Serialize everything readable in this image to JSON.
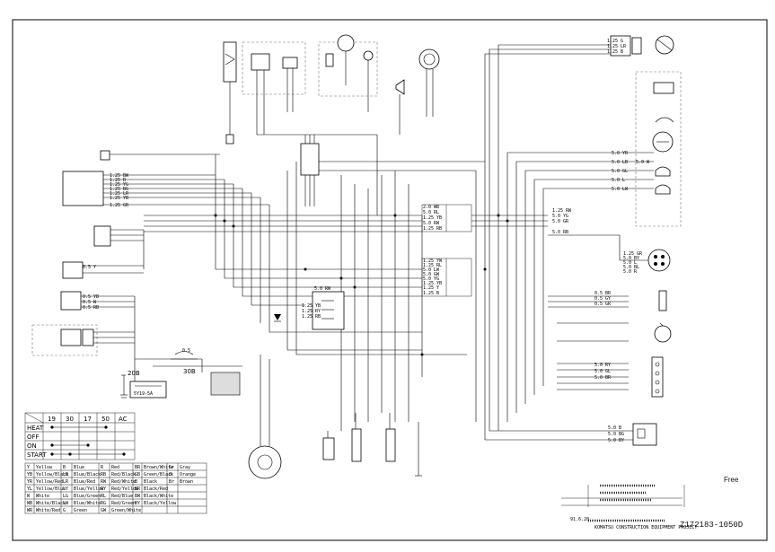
{
  "drawing": {
    "number": "Z172183-1050D",
    "free_label": "Free",
    "date": "91.6.20"
  },
  "switch_table": {
    "columns": [
      "19",
      "30",
      "17",
      "50",
      "AC"
    ],
    "rows": [
      "HEAT",
      "OFF",
      "ON",
      "START"
    ]
  },
  "wire_labels": {
    "battery_cable_20b": "20B",
    "battery_cable_30b": "30B",
    "battery_model": "5Y19-5A",
    "fuse_size": "0.5",
    "harness_a": [
      "1.25 BW",
      "1.25 B",
      "1.25 YG",
      "1.25 BG",
      "1.25 LR",
      "1.25 YB",
      "1.25 GR"
    ],
    "harness_b": [
      "2.0 WB",
      "5.0 RL",
      "1.25 YB",
      "5.0 RW",
      "1.25 RB"
    ],
    "harness_c": [
      "1.25 YW",
      "1.25 RL",
      "5.0 LW",
      "5.0 GW",
      "5.0 YG",
      "1.25 YB",
      "1.25 Y",
      "1.25 B"
    ],
    "harness_d": [
      "5.0 YR",
      "5.0 LB",
      "5.0 GL",
      "5.0 L",
      "5.0 LW",
      "5.0 W"
    ],
    "harness_e": [
      "1.25 RW",
      "5.0 YG",
      "5.0 GR",
      "5.0 RB"
    ],
    "harness_f": [
      "1.25 GR",
      "5.0 BY",
      "5.0 L",
      "5.0 BL",
      "5.0 R"
    ],
    "harness_g": [
      "0.5 BR",
      "0.5 GY",
      "0.5 GR"
    ],
    "harness_h": [
      "5.0 RY",
      "5.0 GL",
      "5.0 BR"
    ],
    "harness_i": [
      "5.0 B",
      "5.0 BG",
      "5.0 BY"
    ],
    "switch_block": [
      "5.0 RW",
      "1.25 YB",
      "1.25 RY",
      "1.25 RB"
    ],
    "top_right": [
      "1.25 G",
      "1.25 LR",
      "1.25 B"
    ],
    "left_inputs": [
      "0.5 YB",
      "0.5 W",
      "0.5 RB",
      "0.5 Y"
    ]
  },
  "color_legend": [
    [
      "Y",
      "Yellow",
      "B",
      "Blue",
      "R",
      "Red",
      "BR",
      "Brown/White",
      "Gr",
      "Gray"
    ],
    [
      "YB",
      "Yellow/Black",
      "LB",
      "Blue/Black",
      "RB",
      "Red/Black",
      "GB",
      "Green/Black",
      "O",
      "Orange"
    ],
    [
      "YR",
      "Yellow/Red",
      "LR",
      "Blue/Red",
      "RW",
      "Red/White",
      "B",
      "Black",
      "Br",
      "Brown"
    ],
    [
      "YL",
      "Yellow/Blue",
      "LY",
      "Blue/Yellow",
      "RY",
      "Red/Yellow",
      "BR",
      "Black/Red",
      "",
      ""
    ],
    [
      "W",
      "White",
      "LG",
      "Blue/Green",
      "RL",
      "Red/Blue",
      "BW",
      "Black/White",
      "",
      ""
    ],
    [
      "WB",
      "White/Black",
      "LW",
      "Blue/White",
      "RG",
      "Red/Green",
      "BY",
      "Black/Yellow",
      "",
      ""
    ],
    [
      "WR",
      "White/Red",
      "G",
      "Green",
      "GW",
      "Green/White",
      "",
      "",
      "",
      ""
    ]
  ],
  "title_block": {
    "company": "KOMATSU CONSTRUCTION EQUIPMENT PROJECT"
  }
}
